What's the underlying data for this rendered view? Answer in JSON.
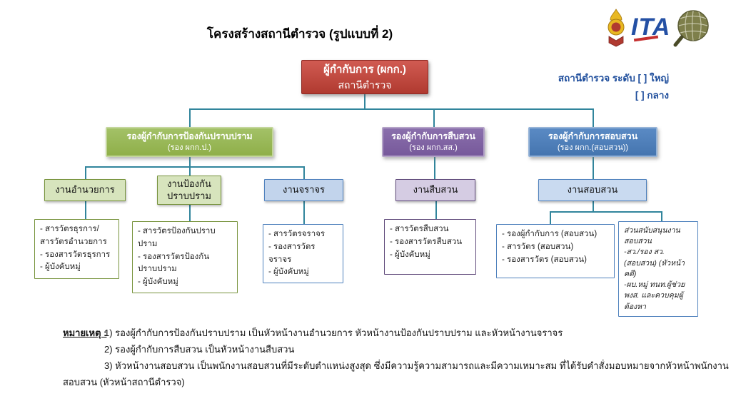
{
  "title": "โครงสร้างสถานีตำรวจ (รูปแบบที่ 2)",
  "logos": {
    "ita_text": "ITA"
  },
  "station_level": {
    "line1": "สถานีตำรวจ ระดับ [ ] ใหญ่",
    "line2": "[ ] กลาง"
  },
  "root": {
    "lines": [
      "ผู้กำกับการ (ผกก.)",
      "สถานีตำรวจ"
    ]
  },
  "deputies": [
    {
      "lines": [
        "รองผู้กำกับการป้องกันปราบปราม",
        "(รอง ผกก.ป.)"
      ]
    },
    {
      "lines": [
        "รองผู้กำกับการสืบสวน",
        "(รอง ผกก.สส.)"
      ]
    },
    {
      "lines": [
        "รองผู้กำกับการสอบสวน",
        "(รอง ผกก.(สอบสวน))"
      ]
    }
  ],
  "units": [
    {
      "lines": [
        "งานอำนวยการ"
      ]
    },
    {
      "lines": [
        "งานป้องกัน",
        "ปราบปราม"
      ]
    },
    {
      "lines": [
        "งานจราจร"
      ]
    },
    {
      "lines": [
        "งานสืบสวน"
      ]
    },
    {
      "lines": [
        "งานสอบสวน"
      ]
    }
  ],
  "details": [
    {
      "lines": [
        "- สารวัตรธุรการ/",
        "สารวัตรอำนวยการ",
        "- รองสารวัตรธุรการ",
        "- ผู้บังคับหมู่"
      ]
    },
    {
      "lines": [
        "- สารวัตรป้องกันปราบปราม",
        "- รองสารวัตรป้องกัน",
        "ปราบปราม",
        "- ผู้บังคับหมู่"
      ]
    },
    {
      "lines": [
        "- สารวัตรจราจร",
        "- รองสารวัตรจราจร",
        "- ผู้บังคับหมู่"
      ]
    },
    {
      "lines": [
        "- สารวัตรสืบสวน",
        "- รองสารวัตรสืบสวน",
        "- ผู้บังคับหมู่"
      ]
    },
    {
      "lines": [
        "- รองผู้กำกับการ (สอบสวน)",
        "- สารวัตร (สอบสวน)",
        "- รองสารวัตร (สอบสวน)"
      ]
    },
    {
      "lines": [
        "ส่วนสนับสนุนงานสอบสวน",
        "-สว./รอง สว.(สอบสวน) (หัวหน้าคดี)",
        "-ผบ.หมู่ ทนท.ผู้ช่วย พงส. และควบคุมผู้ต้องหา"
      ]
    }
  ],
  "notes": {
    "label": "หมายเหตุ :",
    "line1": "1) รองผู้กำกับการป้องกันปราบปราม เป็นหัวหน้างานอำนวยการ หัวหน้างานป้องกันปราบปราม และหัวหน้างานจราจร",
    "line2": "2) รองผู้กำกับการสืบสวน เป็นหัวหน้างานสืบสวน",
    "line3": "3) หัวหน้างานสอบสวน เป็นพนักงานสอบสวนที่มีระดับตำแหน่งสูงสุด ซึ่งมีความรู้ความสามารถและมีความเหมาะสม ที่ได้รับคำสั่งมอบหมายจากหัวหน้าพนักงาน",
    "line4": "สอบสวน (หัวหน้าสถานีตำรวจ)"
  },
  "colors": {
    "accent_red": "#C0504D",
    "accent_green": "#9BBB59",
    "accent_purple": "#8064A2",
    "accent_blue": "#4F81BD",
    "connector_teal": "#31859C",
    "label_blue": "#1F4E9C"
  }
}
